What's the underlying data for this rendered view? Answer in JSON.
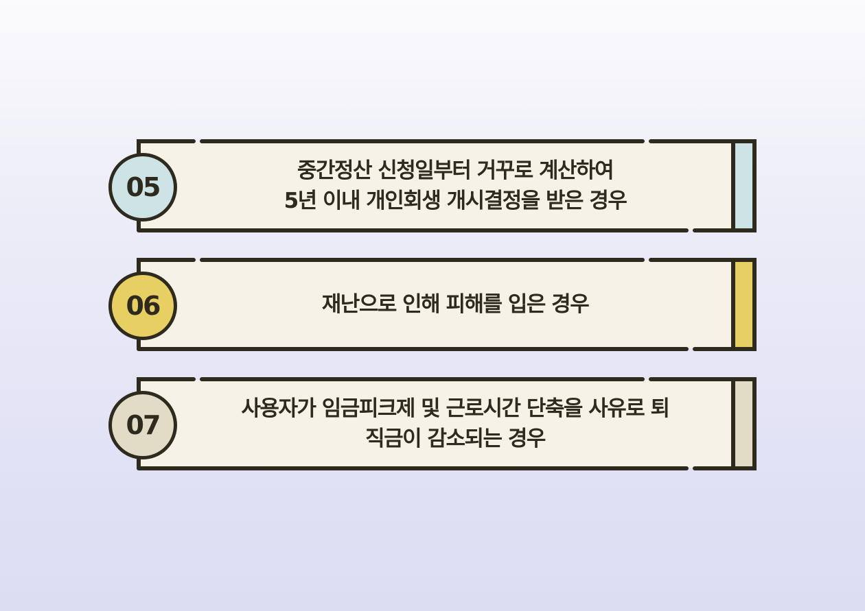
{
  "items": [
    {
      "number": "05",
      "lines": [
        "중간정산 신청일부터 거꾸로 계산하여",
        "5년 이내 개인회생 개시결정을 받은 경우"
      ],
      "accent": "#cde3e6"
    },
    {
      "number": "06",
      "lines": [
        "재난으로 인해 피해를 입은 경우"
      ],
      "accent": "#e8cf63"
    },
    {
      "number": "07",
      "lines": [
        "사용자가 임금피크제 및 근로시간 단축을 사유로 퇴",
        "직금이 감소되는 경우"
      ],
      "accent": "#e2dcc6"
    }
  ],
  "colors": {
    "card_fill": "#f6f2e7",
    "outline": "#2e2a1d"
  }
}
